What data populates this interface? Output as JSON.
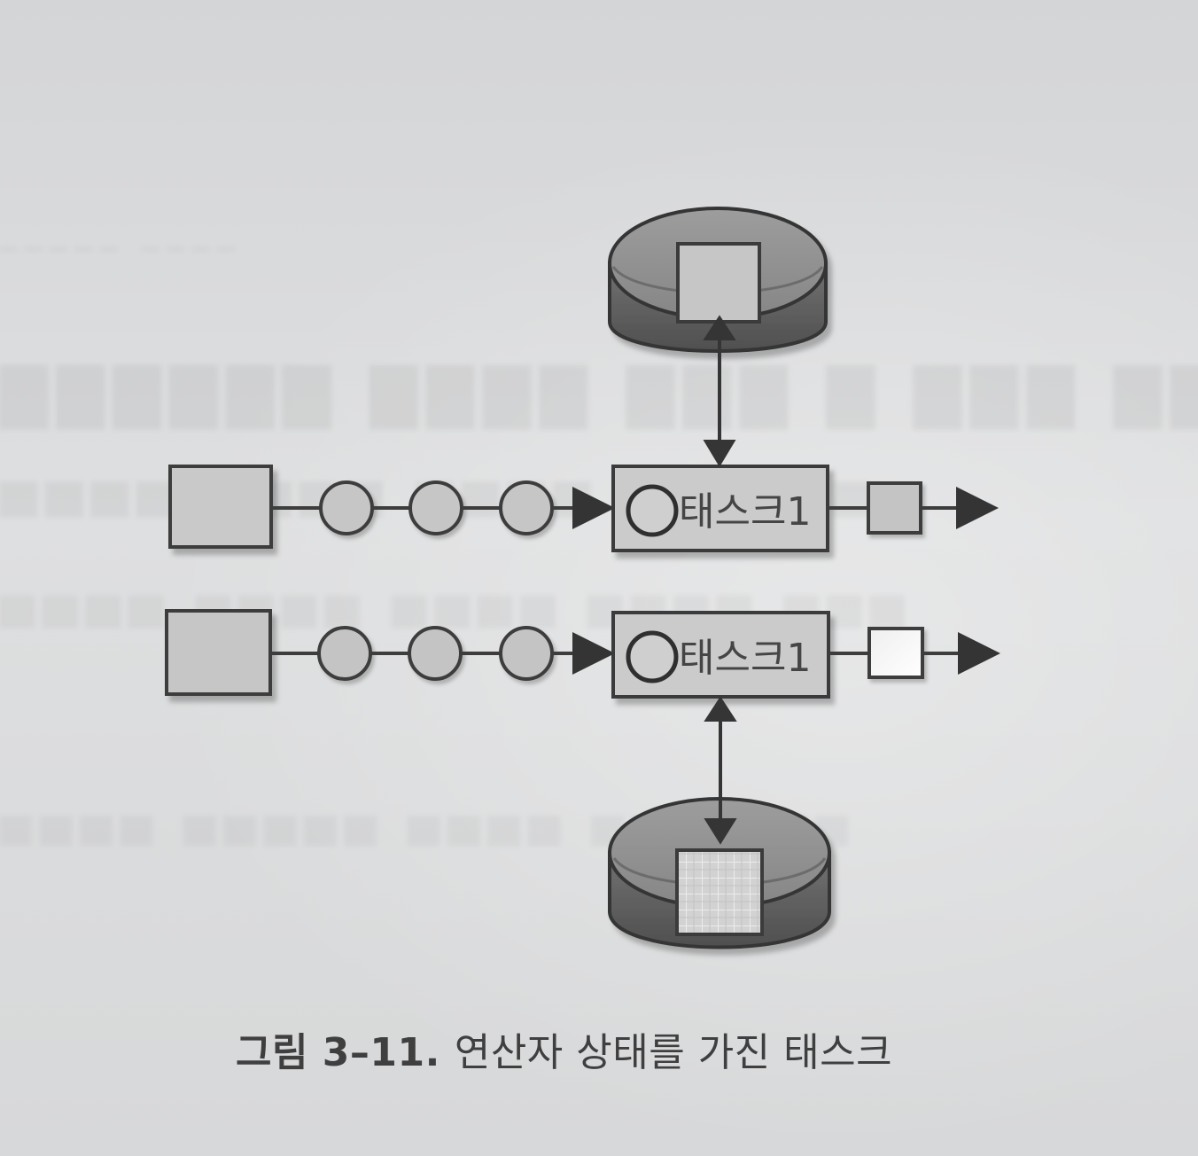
{
  "figure": {
    "caption_label": "그림 3–11.",
    "caption_text": "연산자 상태를 가진 태스크"
  },
  "rows": [
    {
      "task_label": "태스크1"
    },
    {
      "task_label": "태스크1"
    }
  ],
  "colors": {
    "page": "#dadbdc",
    "line": "#3d3d3d",
    "source_fill": "#c9c9c9",
    "circle_fill": "#c6c6c6",
    "task_fill": "#cbcbcb",
    "output_fill_top": "#c4c4c4",
    "output_fill_bottom": "#f2f2f2",
    "database_dark": "#6a6a6a",
    "database_mid": "#8f8f8f",
    "state_fill_top": "#cdcdcd",
    "state_fill_bottom": "#dadada"
  }
}
